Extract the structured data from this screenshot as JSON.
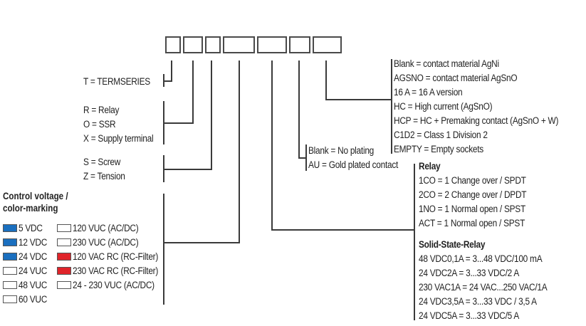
{
  "code_boxes": [
    {
      "name": "series"
    },
    {
      "name": "type"
    },
    {
      "name": "connection"
    },
    {
      "name": "control-voltage"
    },
    {
      "name": "contact-configuration"
    },
    {
      "name": "plating"
    },
    {
      "name": "contact-material"
    }
  ],
  "series": {
    "items": [
      "T = TERMSERIES"
    ]
  },
  "type": {
    "items": [
      "R = Relay",
      "O = SSR",
      "X = Supply terminal"
    ]
  },
  "connection": {
    "items": [
      "S = Screw",
      "Z = Tension"
    ]
  },
  "control_voltage": {
    "title_line1": "Control voltage /",
    "title_line2": "color-marking",
    "colors": {
      "blue": "#1a6fbf",
      "red": "#e0242a",
      "white": "#ffffff"
    },
    "items": [
      {
        "label": "5 VDC",
        "color": "blue"
      },
      {
        "label": "12 VDC",
        "color": "blue"
      },
      {
        "label": "24 VDC",
        "color": "blue"
      },
      {
        "label": "24 VUC",
        "color": "white"
      },
      {
        "label": "48 VUC",
        "color": "white"
      },
      {
        "label": "60 VUC",
        "color": "white"
      },
      {
        "label": "120 VUC (AC/DC)",
        "color": "white"
      },
      {
        "label": "230 VUC (AC/DC)",
        "color": "white"
      },
      {
        "label": "120 VAC RC (RC-Filter)",
        "color": "red"
      },
      {
        "label": "230 VAC RC (RC-Filter)",
        "color": "red"
      },
      {
        "label": "24 - 230 VUC (AC/DC)",
        "color": "white"
      }
    ]
  },
  "plating": {
    "items": [
      "Blank = No plating",
      "AU = Gold plated contact"
    ]
  },
  "contact_material": {
    "items": [
      "Blank = contact material AgNi",
      "AGSNO = contact material AgSnO",
      "16 A = 16 A version",
      "HC = High current (AgSnO)",
      "HCP = HC + Premaking contact (AgSnO + W)",
      "C1D2 = Class 1 Division 2",
      "EMPTY = Empty sockets"
    ]
  },
  "contact_configuration": {
    "relay_heading": "Relay",
    "relay_items": [
      "1CO = 1 Change over / SPDT",
      "2CO = 2 Change over / DPDT",
      "1NO = 1 Normal open / SPST",
      "ACT = 1 Normal open / SPST"
    ],
    "ssr_heading": "Solid-State-Relay",
    "ssr_items": [
      "48 VDC0,1A = 3...48 VDC/100 mA",
      "24 VDC2A = 3...33 VDC/2 A",
      "230 VAC1A = 24 VAC...250 VAC/1A",
      "24 VDC3,5A = 3...33 VDC / 3,5 A",
      "24 VDC5A = 3...33 VDC/5 A"
    ]
  }
}
